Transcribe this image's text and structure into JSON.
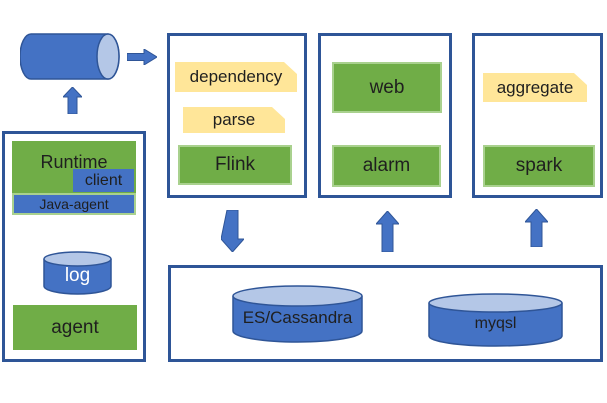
{
  "colors": {
    "shape_blue": "#4472C4",
    "shape_blue_border": "#2F5597",
    "cylinder_highlight": "#B4C7E7",
    "green": "#70AD47",
    "green_border": "#A9D18E",
    "yellow": "#FFE699",
    "container_border": "#2E5597",
    "text": "#1f1f1f",
    "log_text": "#ffffff"
  },
  "groups": {
    "agent_host": {
      "runtime_label": "Runtime",
      "client_label": "client",
      "java_agent_label": "Java-agent",
      "log_label": "log",
      "agent_label": "agent"
    },
    "stream_processing": {
      "dependency_label": "dependency",
      "parse_label": "parse",
      "flink_label": "Flink"
    },
    "web_service": {
      "web_label": "web",
      "alarm_label": "alarm"
    },
    "batch_processing": {
      "aggregate_label": "aggregate",
      "spark_label": "spark"
    },
    "storage": {
      "es_label": "ES/Cassandra",
      "mysql_label": "myqsl"
    }
  }
}
